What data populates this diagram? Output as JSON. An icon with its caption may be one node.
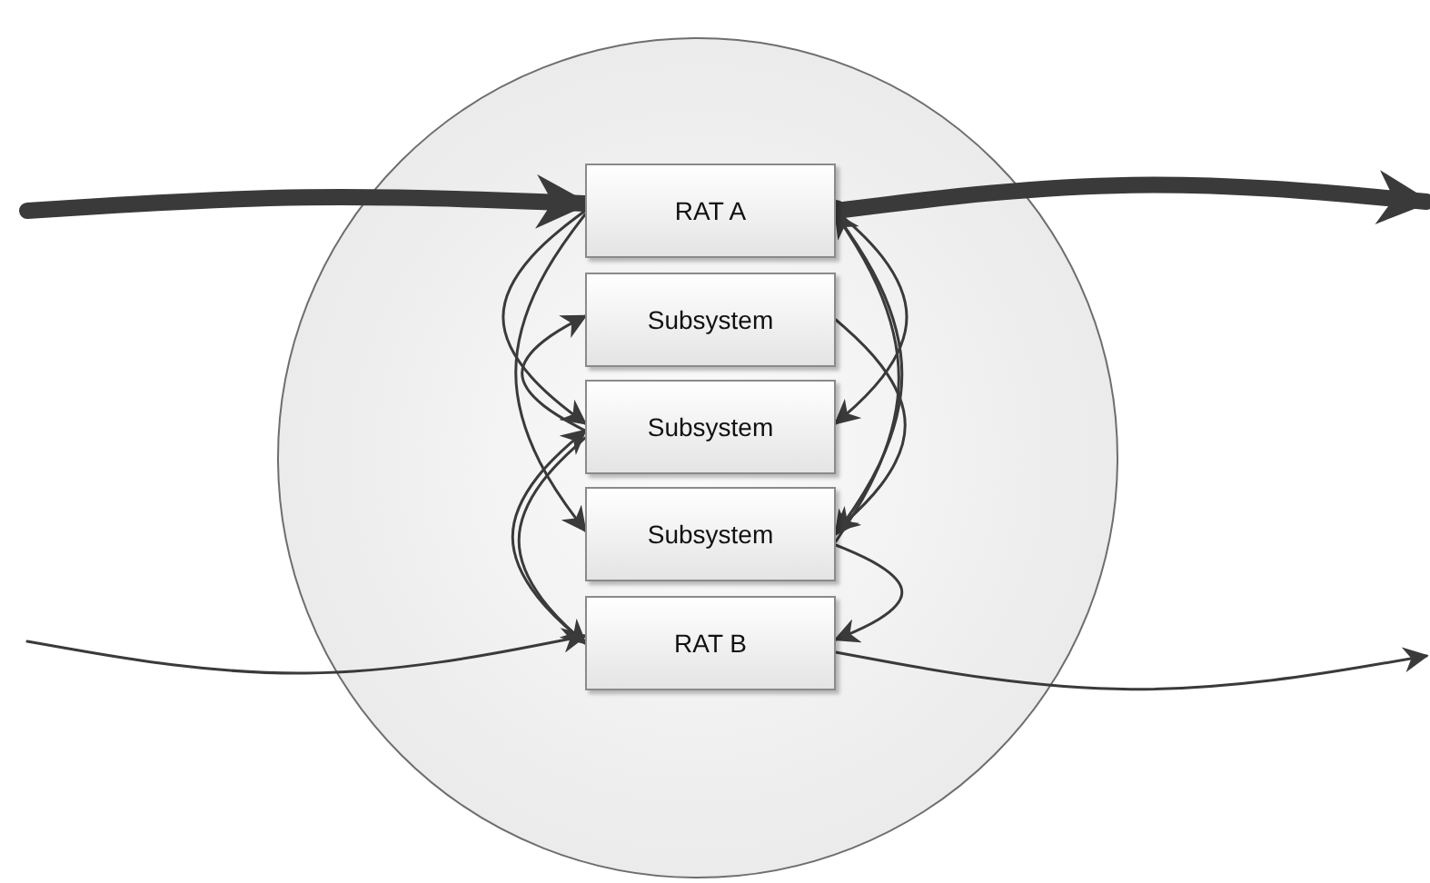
{
  "diagram": {
    "nodes": [
      {
        "text": [],
        "shape": "circle"
      },
      {
        "text": [
          "RAT A"
        ],
        "in": 0
      },
      {
        "text": [
          "Subsystem"
        ],
        "in": 0
      },
      {
        "text": [
          "Subsystem"
        ],
        "in": 0
      },
      {
        "text": [
          "Subsystem"
        ],
        "in": 0
      },
      {
        "text": [
          "RAT B"
        ],
        "in": 0
      }
    ],
    "edges": [
      {
        "from": null,
        "to": 1,
        "arrow": "to",
        "style": "thick"
      },
      {
        "from": 1,
        "to": null,
        "arrow": "to",
        "style": "thick"
      },
      {
        "from": null,
        "to": 5,
        "arrow": "to"
      },
      {
        "from": 5,
        "to": null,
        "arrow": "to"
      },
      {
        "from": 1,
        "to": 3,
        "arrow": "to"
      },
      {
        "from": 1,
        "to": 4,
        "arrow": "to"
      },
      {
        "from": 3,
        "to": 2,
        "arrow": "to"
      },
      {
        "from": 5,
        "to": 3,
        "arrow": "to"
      },
      {
        "from": 3,
        "to": 5,
        "arrow": "to"
      },
      {
        "from": 1,
        "to": 3,
        "arrow": "to"
      },
      {
        "from": 2,
        "to": 4,
        "arrow": "to"
      },
      {
        "from": 1,
        "to": 4,
        "arrow": "to"
      },
      {
        "from": 4,
        "to": 1,
        "arrow": "to"
      },
      {
        "from": 4,
        "to": 5,
        "arrow": "to"
      }
    ]
  }
}
